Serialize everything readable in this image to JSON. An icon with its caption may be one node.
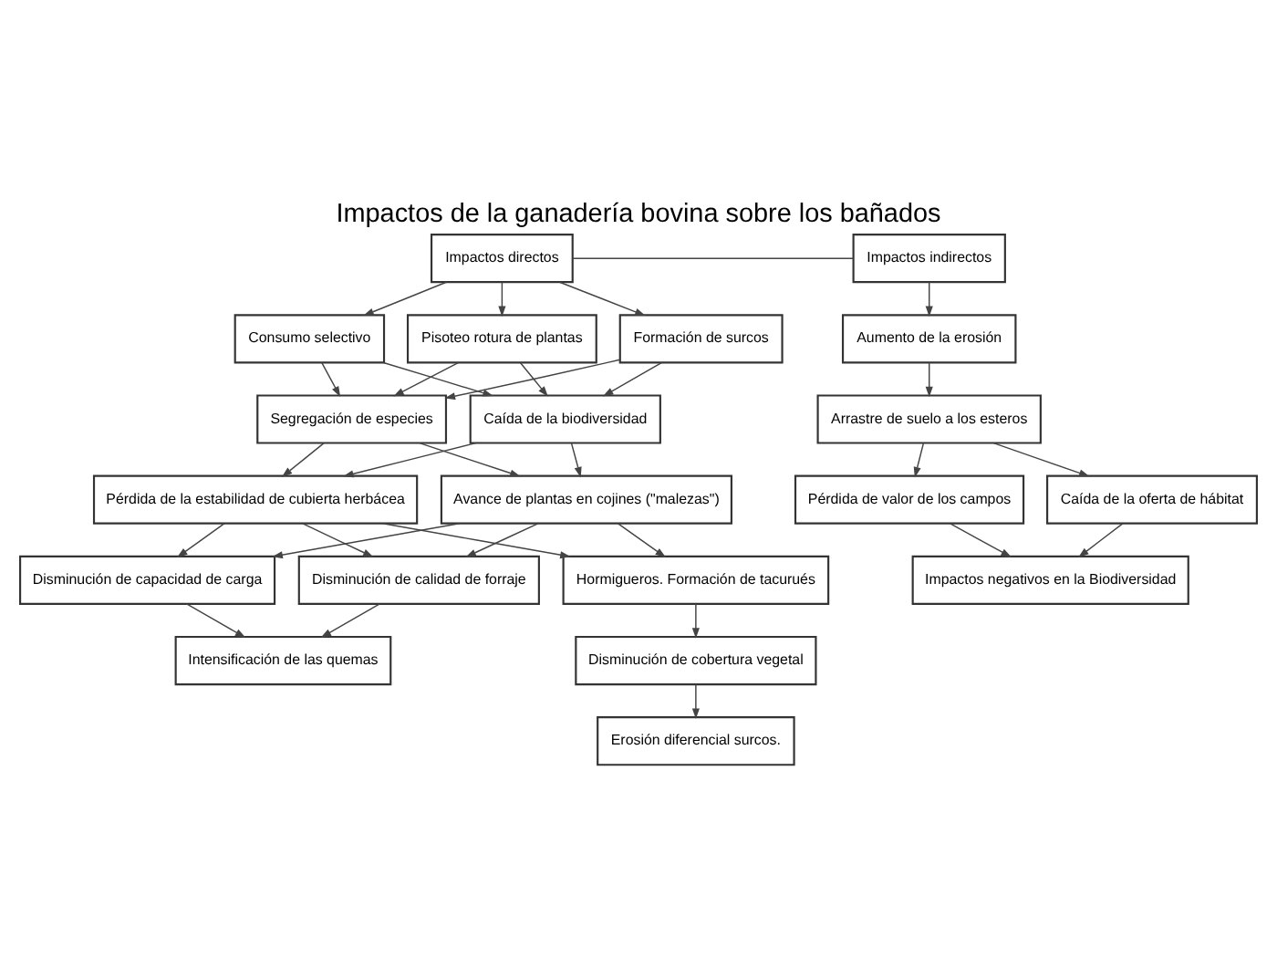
{
  "diagram": {
    "title": "Impactos de la ganadería bovina sobre los bañados",
    "nodes": [
      {
        "text": [
          "Impactos directos"
        ]
      },
      {
        "text": [
          "Impactos indirectos"
        ]
      },
      {
        "text": [
          "Consumo selectivo"
        ]
      },
      {
        "text": [
          "Pisoteo rotura de plantas"
        ]
      },
      {
        "text": [
          "Formación de surcos"
        ]
      },
      {
        "text": [
          "Aumento de la erosión"
        ]
      },
      {
        "text": [
          "Segregación de especies"
        ]
      },
      {
        "text": [
          "Caída de la biodiversidad"
        ]
      },
      {
        "text": [
          "Arrastre de suelo a los esteros"
        ]
      },
      {
        "text": [
          "Pérdida de la estabilidad de cubierta herbácea"
        ]
      },
      {
        "text": [
          "Avance de plantas en cojines (\"malezas\")"
        ]
      },
      {
        "text": [
          "Pérdida de valor de los campos"
        ]
      },
      {
        "text": [
          "Caída de la oferta de hábitat"
        ]
      },
      {
        "text": [
          "Impactos negativos en la Biodiversidad"
        ]
      },
      {
        "text": [
          "Hormigueros. Formación de tacurués"
        ]
      },
      {
        "text": [
          "Disminución de cobertura vegetal"
        ]
      },
      {
        "text": [
          "Erosión diferencial surcos."
        ]
      },
      {
        "text": [
          "Disminución de capacidad de carga"
        ]
      },
      {
        "text": [
          "Disminución de calidad de forraje"
        ]
      },
      {
        "text": [
          "Intensificación de las quemas"
        ]
      }
    ],
    "edges": [
      {
        "from": 0,
        "to": 1,
        "arrow": "none"
      },
      {
        "from": 0,
        "to": 2,
        "arrow": "to"
      },
      {
        "from": 0,
        "to": 3,
        "arrow": "to"
      },
      {
        "from": 0,
        "to": 4,
        "arrow": "to"
      },
      {
        "from": 1,
        "to": 5,
        "arrow": "to"
      },
      {
        "from": 2,
        "to": 6,
        "arrow": "to"
      },
      {
        "from": 2,
        "to": 7,
        "arrow": "to"
      },
      {
        "from": 3,
        "to": 6,
        "arrow": "to"
      },
      {
        "from": 3,
        "to": 7,
        "arrow": "to"
      },
      {
        "from": 4,
        "to": 6,
        "arrow": "to"
      },
      {
        "from": 4,
        "to": 7,
        "arrow": "to"
      },
      {
        "from": 5,
        "to": 8,
        "arrow": "to"
      },
      {
        "from": 6,
        "to": 9,
        "arrow": "to"
      },
      {
        "from": 6,
        "to": 10,
        "arrow": "to"
      },
      {
        "from": 7,
        "to": 9,
        "arrow": "to"
      },
      {
        "from": 7,
        "to": 10,
        "arrow": "to"
      },
      {
        "from": 8,
        "to": 11,
        "arrow": "to"
      },
      {
        "from": 8,
        "to": 12,
        "arrow": "to"
      },
      {
        "from": 9,
        "to": 14,
        "arrow": "to"
      },
      {
        "from": 10,
        "to": 14,
        "arrow": "to"
      },
      {
        "from": 9,
        "to": 17,
        "arrow": "to"
      },
      {
        "from": 9,
        "to": 18,
        "arrow": "to"
      },
      {
        "from": 10,
        "to": 17,
        "arrow": "to"
      },
      {
        "from": 10,
        "to": 18,
        "arrow": "to"
      },
      {
        "from": 11,
        "to": 13,
        "arrow": "to"
      },
      {
        "from": 12,
        "to": 13,
        "arrow": "to"
      },
      {
        "from": 14,
        "to": 15,
        "arrow": "to"
      },
      {
        "from": 15,
        "to": 16,
        "arrow": "to"
      },
      {
        "from": 17,
        "to": 19,
        "arrow": "to"
      },
      {
        "from": 18,
        "to": 19,
        "arrow": "to"
      }
    ]
  }
}
